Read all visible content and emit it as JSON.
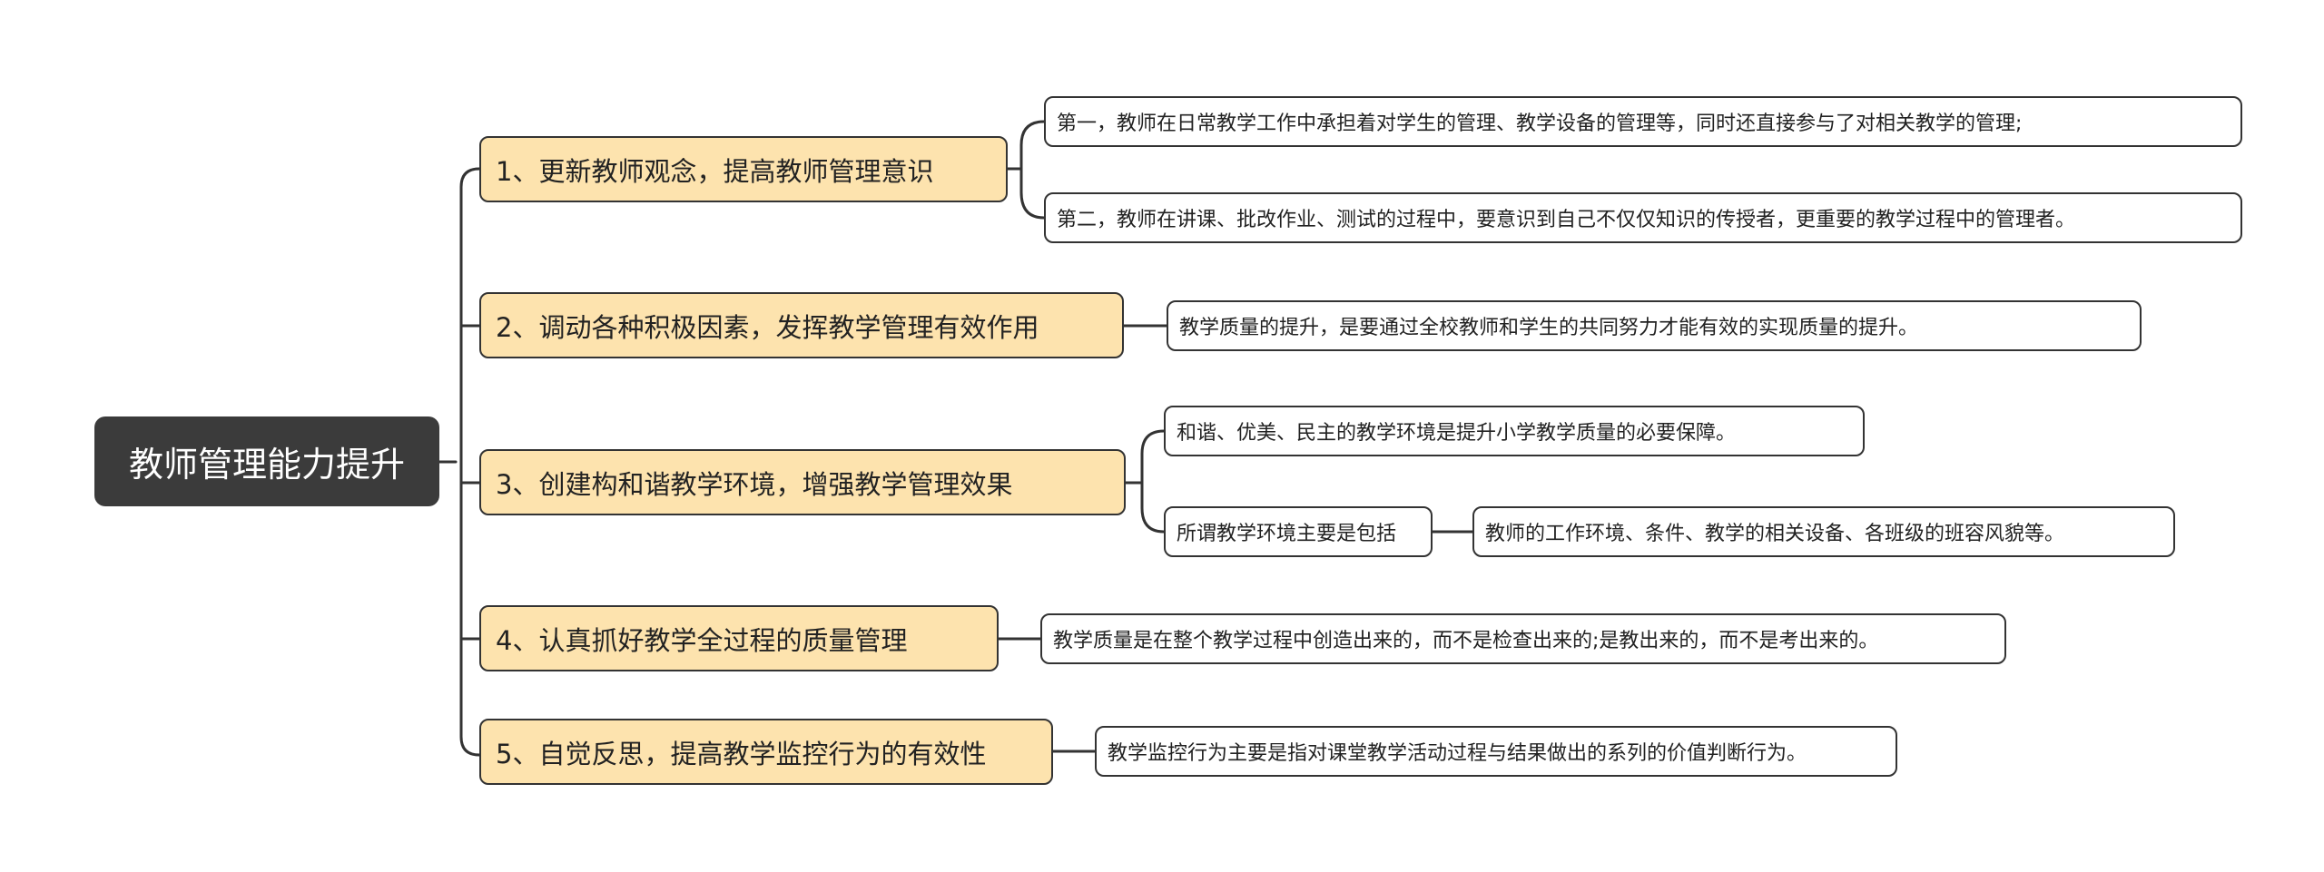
{
  "colors": {
    "root_bg": "#3b3b3b",
    "root_text": "#ffffff",
    "branch_bg": "#fde3ae",
    "border": "#333333",
    "leaf_bg": "#ffffff"
  },
  "mindmap": {
    "root": {
      "label": "教师管理能力提升"
    },
    "branches": [
      {
        "label": "1、更新教师观念，提高教师管理意识",
        "children": [
          "第一，教师在日常教学工作中承担着对学生的管理、教学设备的管理等，同时还直接参与了对相关教学的管理;",
          "第二，教师在讲课、批改作业、测试的过程中，要意识到自己不仅仅知识的传授者，更重要的教学过程中的管理者。"
        ]
      },
      {
        "label": "2、调动各种积极因素，发挥教学管理有效作用",
        "children": [
          "教学质量的提升，是要通过全校教师和学生的共同努力才能有效的实现质量的提升。"
        ]
      },
      {
        "label": "3、创建构和谐教学环境，增强教学管理效果",
        "children": [
          "和谐、优美、民主的教学环境是提升小学教学质量的必要保障。",
          "所谓教学环境主要是包括"
        ],
        "grandchild": "教师的工作环境、条件、教学的相关设备、各班级的班容风貌等。"
      },
      {
        "label": "4、认真抓好教学全过程的质量管理",
        "children": [
          "教学质量是在整个教学过程中创造出来的，而不是检查出来的;是教出来的，而不是考出来的。"
        ]
      },
      {
        "label": "5、自觉反思，提高教学监控行为的有效性",
        "children": [
          "教学监控行为主要是指对课堂教学活动过程与结果做出的系列的价值判断行为。"
        ]
      }
    ]
  }
}
